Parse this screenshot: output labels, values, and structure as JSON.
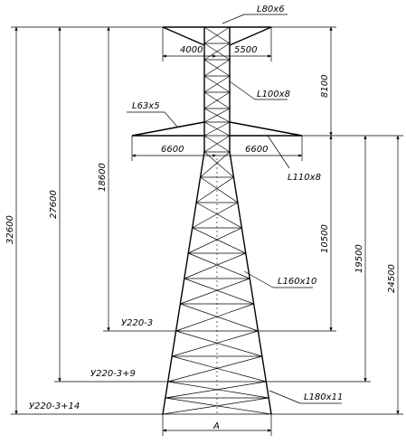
{
  "labels": {
    "top_member": "L80x6",
    "top_arm_left": "4000",
    "top_arm_right": "5500",
    "top_section_height": "8100",
    "upper_mast_member": "L100x8",
    "lower_arm_brace": "L63x5",
    "lower_arm_left": "6600",
    "lower_arm_right": "6600",
    "lower_arm_member": "L110x8",
    "mid_leg_member": "L160x10",
    "base_leg_member": "L180x11",
    "dim_total": "32600",
    "dim_27600": "27600",
    "dim_18600": "18600",
    "dim_10500": "10500",
    "dim_19500": "19500",
    "dim_24500": "24500",
    "variant_u220_3": "У220-3",
    "variant_u220_3_9": "У220-3+9",
    "variant_u220_3_14": "У220-3+14",
    "base_width": "A"
  }
}
